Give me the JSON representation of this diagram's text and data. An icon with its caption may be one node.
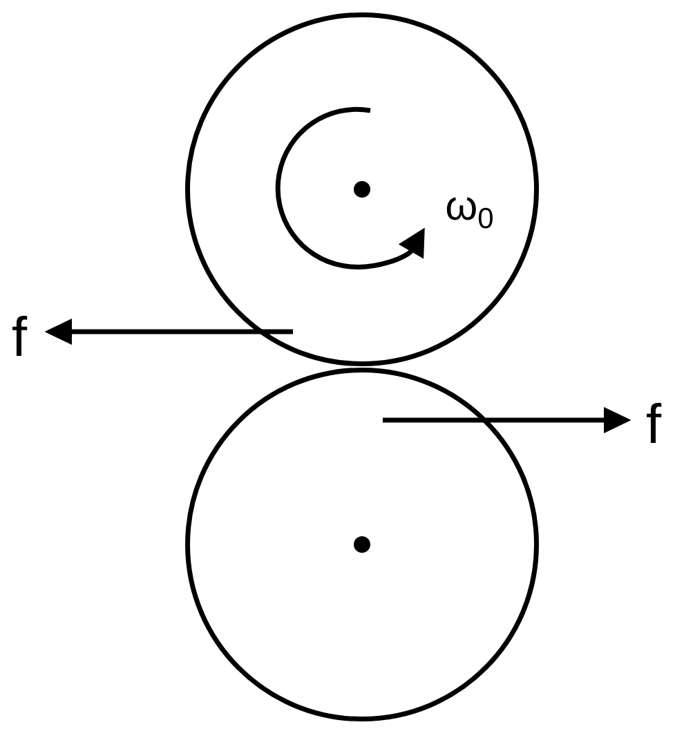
{
  "diagram": {
    "nodes": [
      {
        "text": [],
        "shape": "circle"
      },
      {
        "text": [],
        "shape": "circle"
      }
    ],
    "labels": [
      "ω$_{0}$",
      "f",
      "f"
    ]
  }
}
